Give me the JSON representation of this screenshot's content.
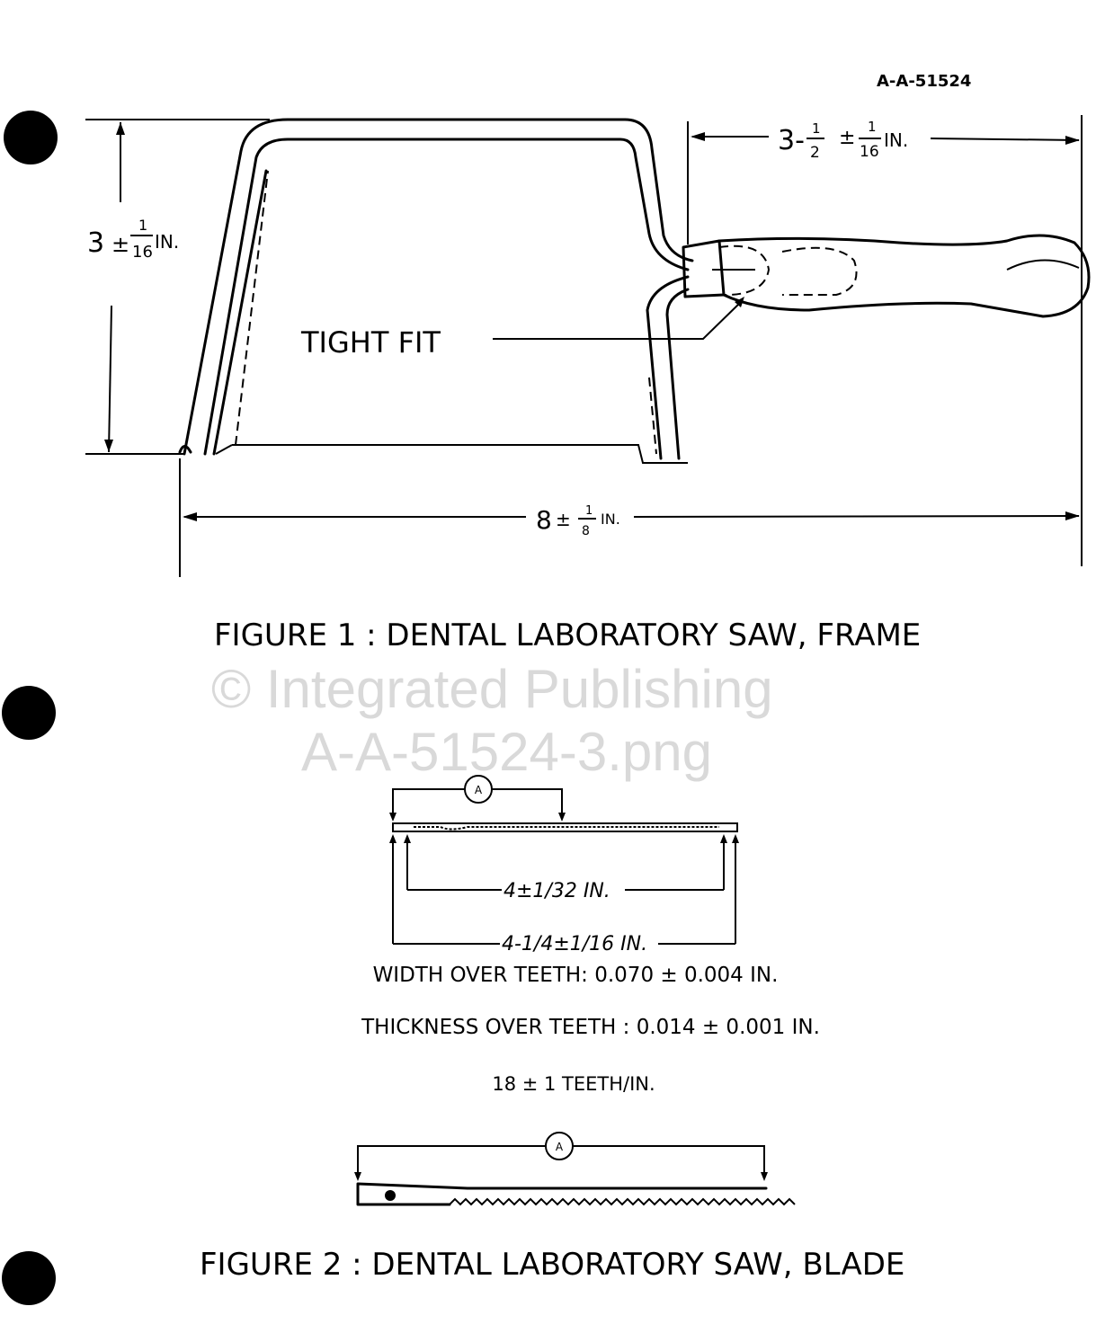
{
  "document_id": "A-A-51524",
  "figure1": {
    "caption": "FIGURE 1 : DENTAL LABORATORY SAW, FRAME",
    "dim_height": {
      "whole": "3",
      "pm": "±",
      "num": "1",
      "den": "16",
      "unit": "IN."
    },
    "dim_handle": {
      "whole": "3-",
      "num1": "1",
      "den1": "2",
      "pm": "±",
      "num2": "1",
      "den2": "16",
      "unit": "IN."
    },
    "dim_length": {
      "whole": "8",
      "pm": "±",
      "num": "1",
      "den": "8",
      "unit": "IN."
    },
    "callout": "TIGHT FIT"
  },
  "figure2": {
    "caption": "FIGURE 2 : DENTAL LABORATORY SAW, BLADE",
    "marker": "A",
    "dim_inner": "4±1/32 IN.",
    "dim_outer": "4-1/4±1/16 IN.",
    "specs": [
      "WIDTH OVER TEETH: 0.070 ± 0.004 IN.",
      "THICKNESS OVER TEETH : 0.014 ± 0.001 IN.",
      "18 ± 1 TEETH/IN."
    ]
  },
  "watermark": {
    "line1": "© Integrated Publishing",
    "line2": "A-A-51524-3.png"
  }
}
